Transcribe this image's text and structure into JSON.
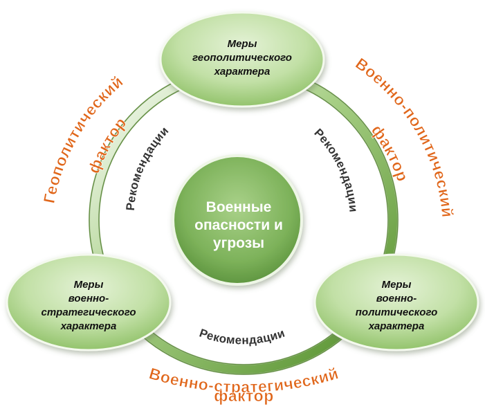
{
  "center": {
    "lines": [
      "Военные",
      "опасности и",
      "угрозы"
    ]
  },
  "nodes": {
    "top": {
      "lines": [
        "Меры",
        "геополитического",
        "характера"
      ]
    },
    "bottom_left": {
      "lines": [
        "Меры",
        "военно-",
        "стратегического",
        "характера"
      ]
    },
    "bottom_right": {
      "lines": [
        "Меры",
        "военно-",
        "политического",
        "характера"
      ]
    }
  },
  "recommendations": {
    "left": "Рекомендации",
    "right": "Рекомендации",
    "bottom": "Рекомендации"
  },
  "factors": {
    "left": {
      "line1": "Геополитический",
      "line2": "фактор"
    },
    "right": {
      "line1": "Военно-политический",
      "line2": "фактор"
    },
    "bottom": {
      "line1": "Военно-стратегический",
      "line2": "фактор"
    }
  },
  "colors": {
    "factor_text": "#e0661a",
    "ring_green": "#5a9a2e",
    "node_fill": "#b8d99a",
    "center_fill": "#7db25a"
  }
}
